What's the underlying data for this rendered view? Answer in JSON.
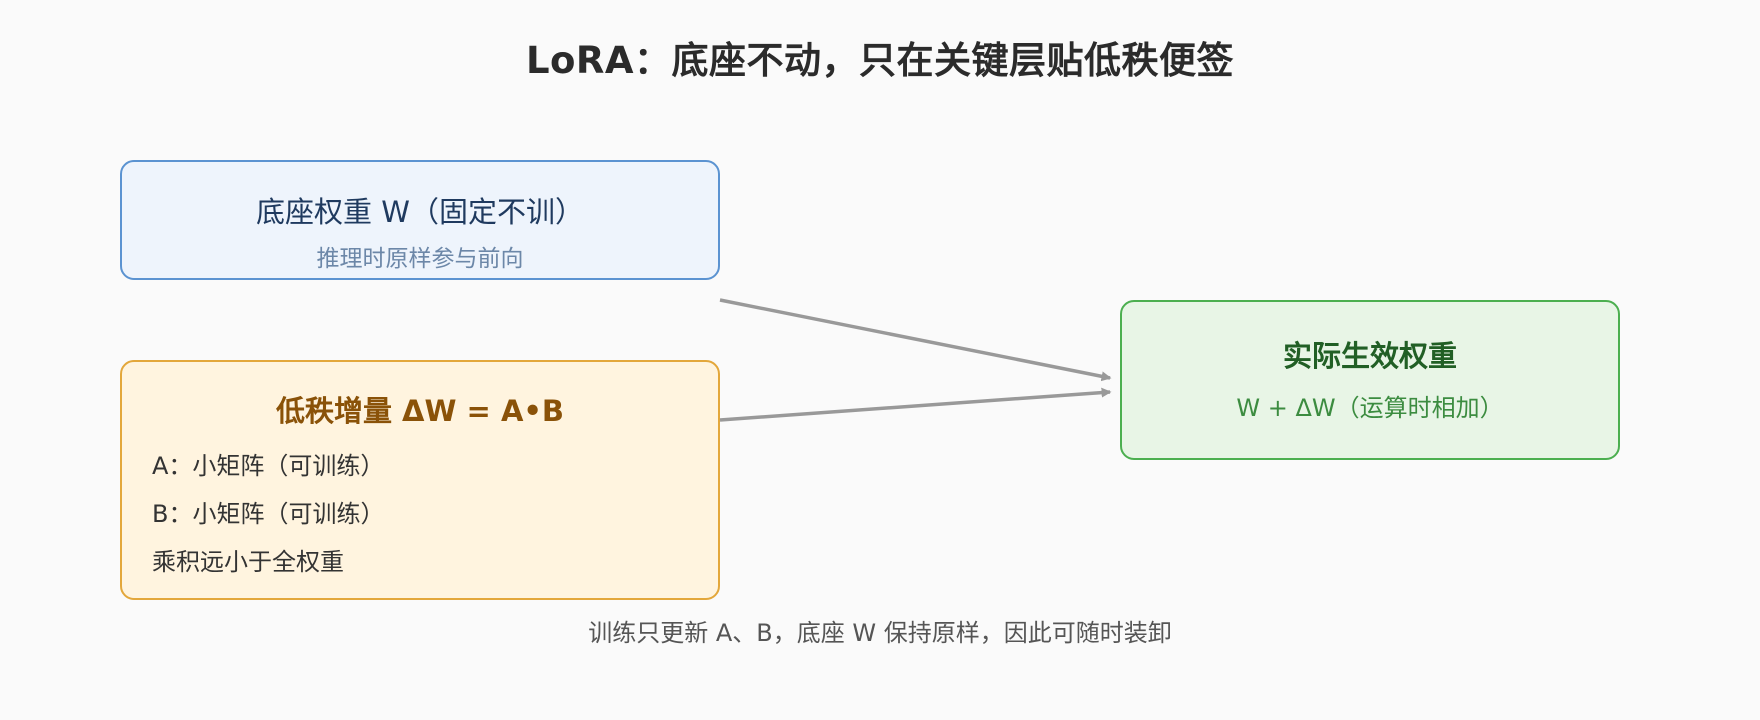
{
  "title": "LoRA：底座不动，只在关键层贴低秩便签",
  "base_box": {
    "title": "底座权重 W（固定不训）",
    "subtitle": "推理时原样参与前向"
  },
  "delta_box": {
    "title": "低秩增量 ΔW = A•B",
    "lines": [
      "A：小矩阵（可训练）",
      "B：小矩阵（可训练）",
      "乘积远小于全权重"
    ]
  },
  "result_box": {
    "title": "实际生效权重",
    "subtitle": "W + ΔW（运算时相加）"
  },
  "footnote": "训练只更新 A、B，底座 W 保持原样，因此可随时装卸",
  "colors": {
    "base_fill": "#eef4fc",
    "base_border": "#5b93d1",
    "delta_fill": "#fff4df",
    "delta_border": "#e3a73b",
    "result_fill": "#e8f5e6",
    "result_border": "#4caf50",
    "arrow": "#999999"
  }
}
